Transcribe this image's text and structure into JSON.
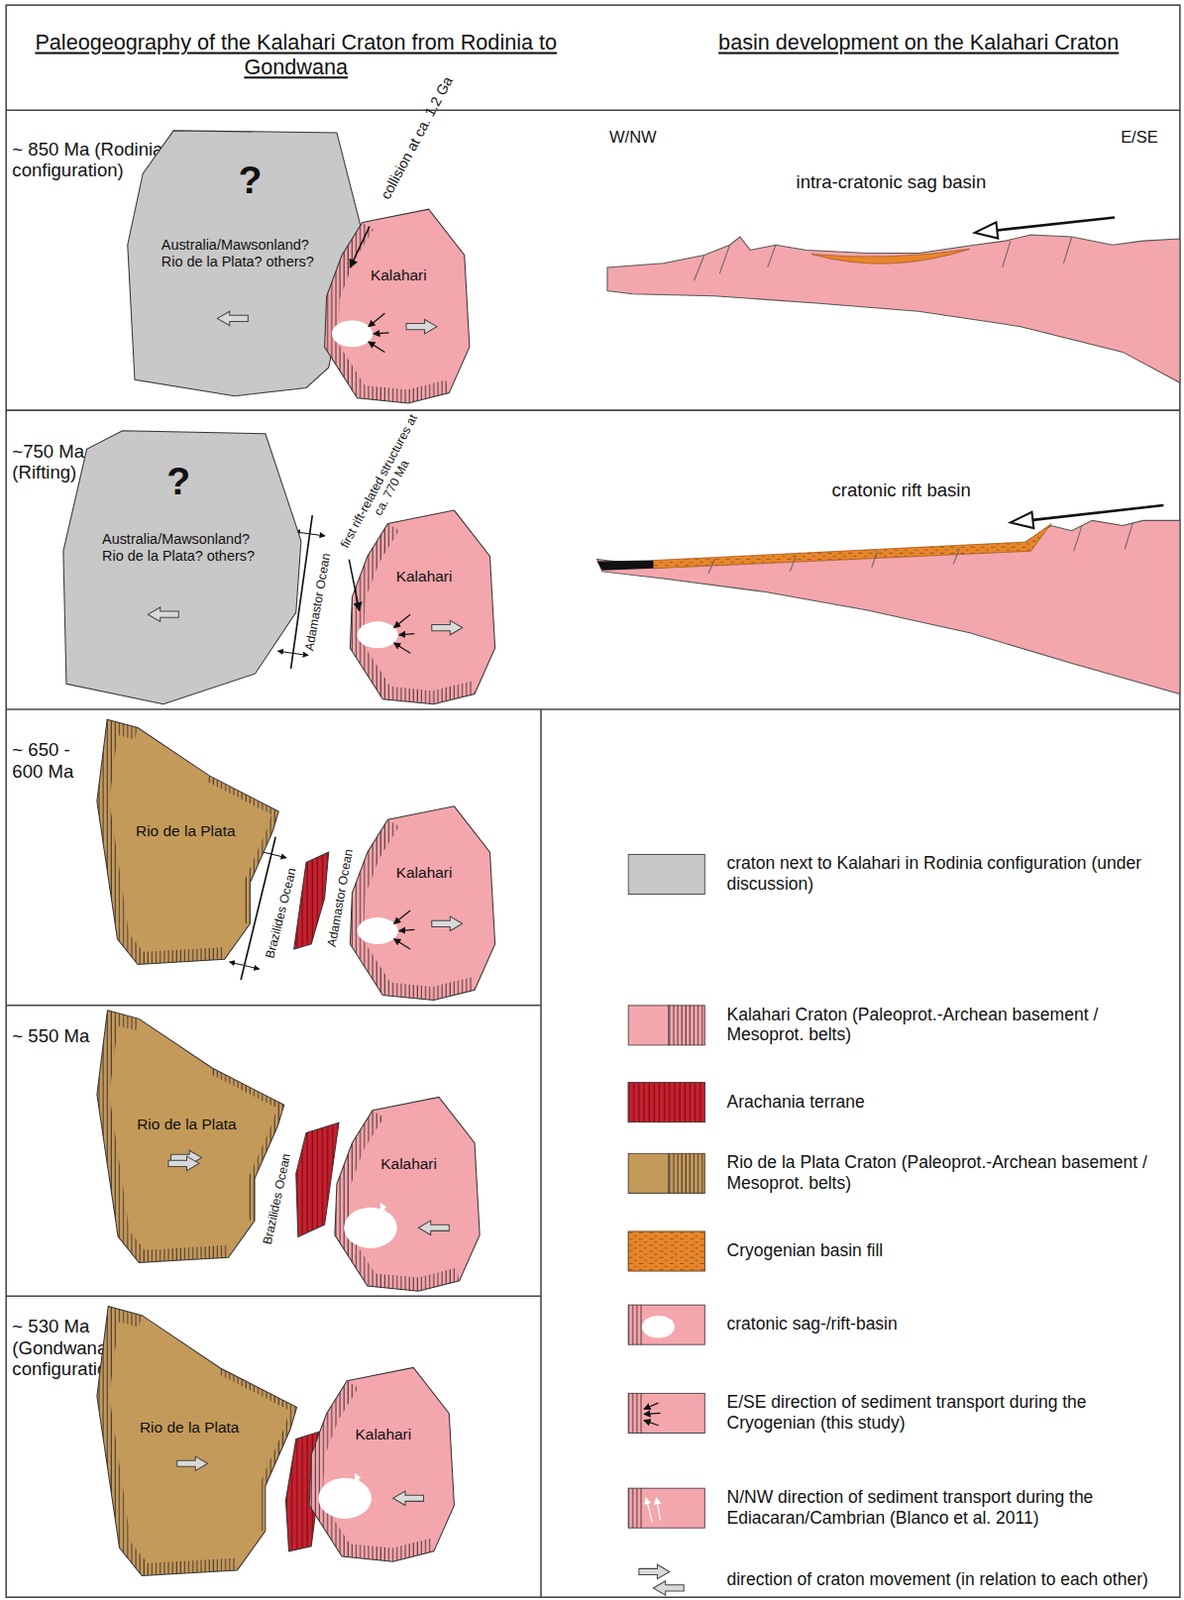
{
  "diagram": {
    "nodes": [
      {
        "text": [
          "~ 850 Ma (Rodinia configuration)"
        ]
      },
      {
        "text": [
          "?",
          "Australia/Mawsonland? Rio de la Plata? others?"
        ],
        "in": 0
      },
      {
        "text": [
          "Kalahari"
        ],
        "in": 0
      },
      {
        "text": [
          "~750 Ma (Rifting)"
        ]
      },
      {
        "text": [
          "?",
          "Australia/Mawsonland? Rio de la Plata? others?"
        ],
        "in": 3
      },
      {
        "text": [
          "Kalahari"
        ],
        "in": 3
      },
      {
        "text": [
          "~ 650 - 600 Ma"
        ]
      },
      {
        "text": [
          "Rio de la Plata"
        ],
        "in": 6
      },
      {
        "text": [
          "Kalahari"
        ],
        "in": 6
      },
      {
        "text": [
          "~ 550 Ma"
        ]
      },
      {
        "text": [
          "Rio de la Plata"
        ],
        "in": 9
      },
      {
        "text": [
          "Kalahari"
        ],
        "in": 9
      },
      {
        "text": [
          "~ 530 Ma (Gondwana configuration)"
        ]
      },
      {
        "text": [
          "Rio de la Plata"
        ],
        "in": 12
      },
      {
        "text": [
          "Kalahari"
        ],
        "in": 12
      }
    ],
    "labels": [
      "Paleogeography of the Kalahari Craton from Rodinia to Gondwana",
      "basin development on the Kalahari Craton",
      "collision at ca. 1.2 Ga",
      "W/NW",
      "E/SE",
      "intra-cratonic sag basin",
      "first rift-related structures at ca. 770 Ma",
      "Adamastor Ocean",
      "cratonic rift basin",
      "Brazilides Ocean",
      "Adamastor Ocean",
      "Brazilides Ocean"
    ],
    "legend": [
      {
        "text": "craton next to Kalahari in Rodinia configuration (under discussion)",
        "color": "#c8c8c8"
      },
      {
        "text": "Kalahari Craton (Paleoprot.-Archean basement / Mesoprot. belts)",
        "color": "#f4a6ad"
      },
      {
        "text": "Arachania terrane",
        "color": "#c8202e"
      },
      {
        "text": "Rio de la Plata Craton (Paleoprot.-Archean basement / Mesoprot. belts)",
        "color": "#c49a5a"
      },
      {
        "text": "Cryogenian basin fill",
        "color": "#e8862a"
      },
      {
        "text": "cratonic sag-/rift-basin"
      },
      {
        "text": "E/SE direction of sediment transport during the Cryogenian (this study)"
      },
      {
        "text": "N/NW direction of sediment transport during the Ediacaran/Cambrian (Blanco et al. 2011)"
      },
      {
        "text": "direction of craton movement (in relation to each other)"
      }
    ]
  }
}
